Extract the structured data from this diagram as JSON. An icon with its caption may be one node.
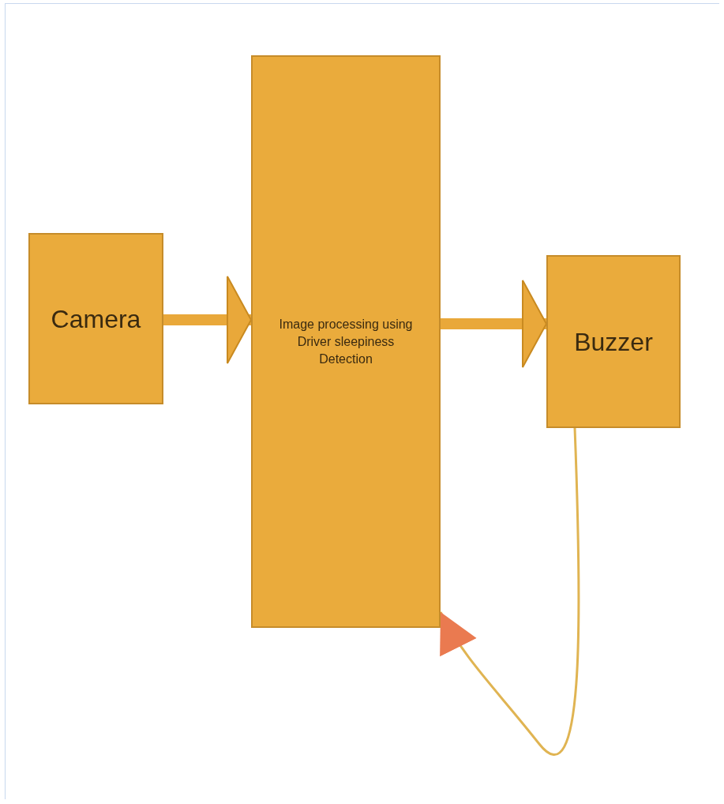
{
  "diagram": {
    "nodes": [
      {
        "text": [
          "Camera"
        ]
      },
      {
        "text": [
          "Image processing using Driver sleepiness Detection"
        ]
      },
      {
        "text": [
          "Buzzer"
        ]
      }
    ],
    "edges": [
      {
        "from": 0,
        "to": 1,
        "arrow": "to"
      },
      {
        "from": 1,
        "to": 2,
        "arrow": "to"
      },
      {
        "from": 2,
        "to": 1,
        "arrow": "to",
        "color": "#e0b452"
      }
    ]
  }
}
